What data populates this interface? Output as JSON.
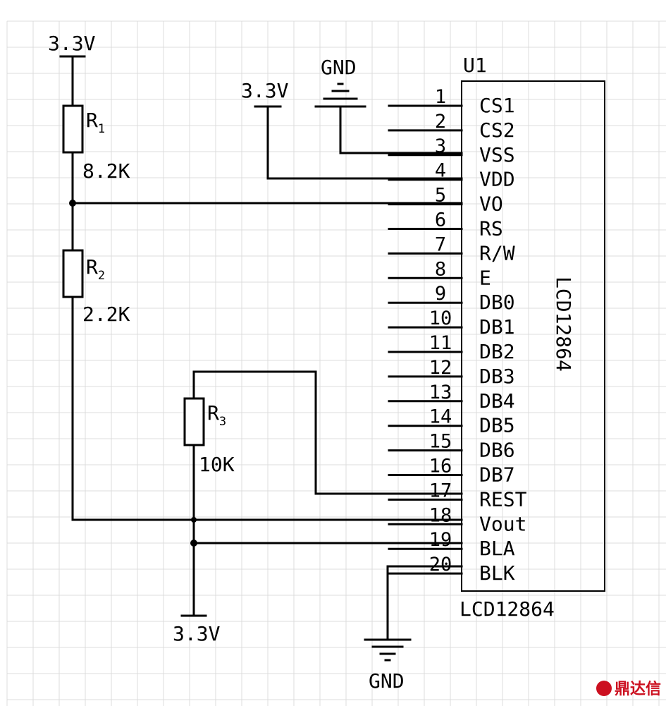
{
  "diagram": {
    "u1_label": "U1",
    "chip_name_vertical": "LCD12864",
    "chip_name_bottom": "LCD12864",
    "pins": [
      {
        "num": "1",
        "name": "CS1"
      },
      {
        "num": "2",
        "name": "CS2"
      },
      {
        "num": "3",
        "name": "VSS"
      },
      {
        "num": "4",
        "name": "VDD"
      },
      {
        "num": "5",
        "name": "VO"
      },
      {
        "num": "6",
        "name": "RS"
      },
      {
        "num": "7",
        "name": "R/W"
      },
      {
        "num": "8",
        "name": "E"
      },
      {
        "num": "9",
        "name": "DB0"
      },
      {
        "num": "10",
        "name": "DB1"
      },
      {
        "num": "11",
        "name": "DB2"
      },
      {
        "num": "12",
        "name": "DB3"
      },
      {
        "num": "13",
        "name": "DB4"
      },
      {
        "num": "14",
        "name": "DB5"
      },
      {
        "num": "15",
        "name": "DB6"
      },
      {
        "num": "16",
        "name": "DB7"
      },
      {
        "num": "17",
        "name": "REST"
      },
      {
        "num": "18",
        "name": "Vout"
      },
      {
        "num": "19",
        "name": "BLA"
      },
      {
        "num": "20",
        "name": "BLK"
      }
    ],
    "power": {
      "top_left": "3.3V",
      "top_mid": "3.3V",
      "bottom": "3.3V",
      "gnd_top": "GND",
      "gnd_bottom": "GND"
    },
    "resistors": {
      "r1_letter": "R",
      "r1_sub": "1",
      "r1_value": "8.2K",
      "r2_letter": "R",
      "r2_sub": "2",
      "r2_value": "2.2K",
      "r3_letter": "R",
      "r3_sub": "3",
      "r3_value": "10K"
    },
    "watermark": "鼎达信",
    "colors": {
      "wire": "#000000",
      "grid": "#dcdcdc",
      "watermark": "#cc1020"
    }
  }
}
